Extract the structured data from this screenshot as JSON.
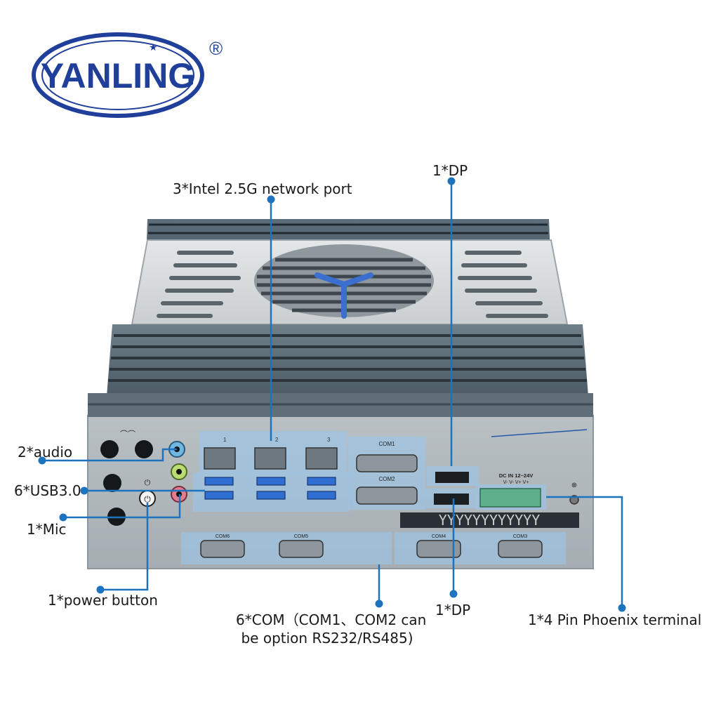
{
  "brand": {
    "name": "YANLING",
    "registered_mark": "®",
    "color": "#1f3f9a"
  },
  "callout_color": "#1e73be",
  "labels": {
    "network": "3*Intel 2.5G network port",
    "dp_top": "1*DP",
    "audio": "2*audio",
    "usb": "6*USB3.0",
    "mic": "1*Mic",
    "power": "1*power button",
    "com_line1": "6*COM（COM1、COM2 can",
    "com_line2": "be option RS232/RS485)",
    "dp_bottom": "1*DP",
    "phoenix": "1*4 Pin Phoenix terminal"
  },
  "panel_text": {
    "com1": "COM1",
    "com2": "COM2",
    "com3": "COM3",
    "com4": "COM4",
    "com5": "COM5",
    "com6": "COM6",
    "lan1": "1",
    "lan2": "2",
    "lan3": "3",
    "dc_in": "DC IN 12~24V",
    "dc_pins": "V-  V-  V+  V+"
  }
}
